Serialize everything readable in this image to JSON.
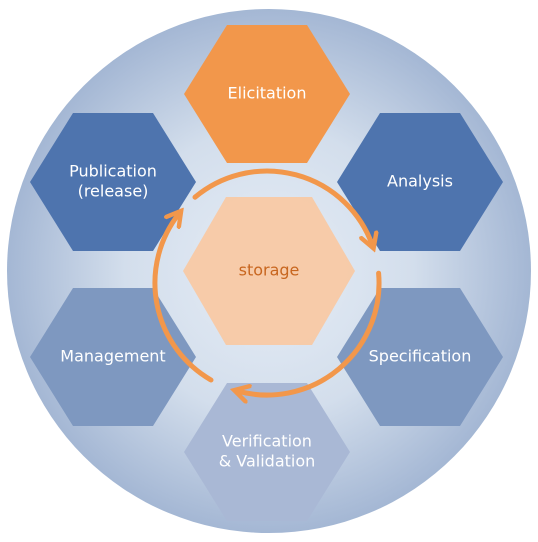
{
  "center": {
    "label": "storage",
    "fill": "#F8C9A4",
    "text_color": "#C8661F"
  },
  "stages": [
    {
      "id": "elicitation",
      "lines": [
        "Elicitation"
      ],
      "fill": "#F2974B",
      "text_color": "#FFFFFF"
    },
    {
      "id": "analysis",
      "lines": [
        "Analysis"
      ],
      "fill": "#4E74AE",
      "text_color": "#FFFFFF"
    },
    {
      "id": "specification",
      "lines": [
        "Specification"
      ],
      "fill": "#7E98C0",
      "text_color": "#FFFFFF"
    },
    {
      "id": "verification-validation",
      "lines": [
        "Verification",
        "& Validation"
      ],
      "fill": "#A9B8D5",
      "text_color": "#FFFFFF"
    },
    {
      "id": "management",
      "lines": [
        "Management"
      ],
      "fill": "#7E98C0",
      "text_color": "#FFFFFF"
    },
    {
      "id": "publication-release",
      "lines": [
        "Publication",
        "(release)"
      ],
      "fill": "#4E74AE",
      "text_color": "#FFFFFF"
    }
  ],
  "colors": {
    "disc_inner": "#E6EDF6",
    "disc_outer": "#A4B7D4",
    "cycle_arrow": "#F2974B"
  }
}
